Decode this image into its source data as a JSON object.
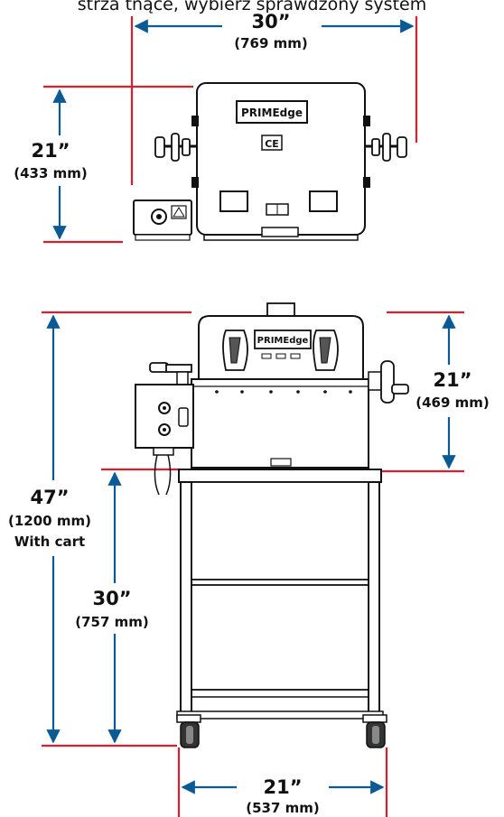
{
  "header": {
    "text": "strza tnące, wybierz sprawdzony system"
  },
  "top_view": {
    "width_dim": {
      "main": "30”",
      "sub": "(769 mm)"
    },
    "height_dim": {
      "main": "21”",
      "sub": "(433 mm)"
    },
    "brand_label": "PRIMEdge",
    "ce_mark": "CE"
  },
  "side_view": {
    "brand_label": "PRIMEdge",
    "total_height_dim": {
      "main": "47”",
      "sub": "(1200 mm)",
      "note": "With cart"
    },
    "cart_height_dim": {
      "main": "30”",
      "sub": "(757 mm)"
    },
    "machine_height_dim": {
      "main": "21”",
      "sub": "(469 mm)"
    },
    "cart_width_dim": {
      "main": "21”",
      "sub": "(537 mm)"
    }
  },
  "colors": {
    "red": "#d6202f",
    "blue": "#0b5a95",
    "outline": "#111111"
  }
}
